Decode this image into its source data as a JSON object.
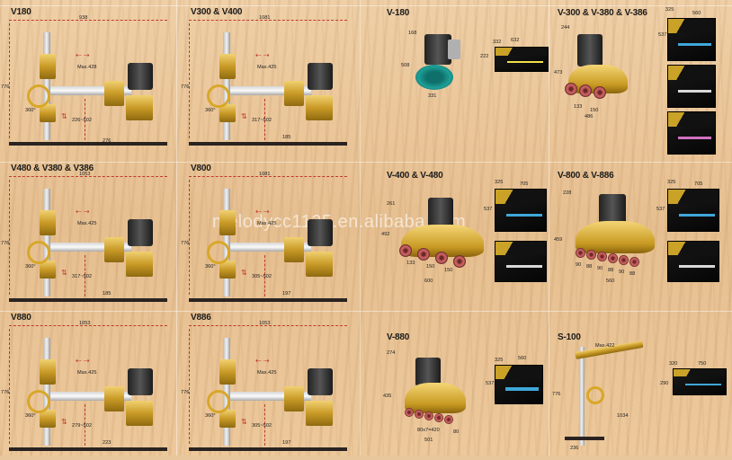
{
  "watermark": "melodycc1125.en.alibaba.com",
  "colors": {
    "accent_red": "#c0392b",
    "gold": "#c99a26",
    "base": "#2a2320"
  },
  "left_panels": [
    {
      "title": "V180",
      "width": "938",
      "height": "776",
      "reach": "Max.428",
      "travel": "226~502",
      "angle": "360°",
      "bottom": "276"
    },
    {
      "title": "V300 & V400",
      "width": "1081",
      "height": "776",
      "reach": "Max.425",
      "travel": "317~502",
      "angle": "360°",
      "bottom": "185"
    },
    {
      "title": "V480 & V380 & V386",
      "width": "1053",
      "height": "776",
      "reach": "Max.425",
      "travel": "317~502",
      "angle": "360°",
      "bottom": "185"
    },
    {
      "title": "V800",
      "width": "1081",
      "height": "776",
      "reach": "Max.425",
      "travel": "305~502",
      "angle": "360°",
      "bottom": "197"
    },
    {
      "title": "V880",
      "width": "1053",
      "height": "776",
      "reach": "Max.425",
      "travel": "279~502",
      "angle": "360°",
      "bottom": "223"
    },
    {
      "title": "V886",
      "width": "1053",
      "height": "776",
      "reach": "Max.425",
      "travel": "305~502",
      "angle": "360°",
      "bottom": "197"
    }
  ],
  "right_panels": {
    "v180": {
      "title": "V-180",
      "d1": "168",
      "d2": "508",
      "d3": "331",
      "box_w": "632",
      "box_d": "332",
      "box_h": "222"
    },
    "v300": {
      "title": "V-300 & V-380 & V-386",
      "d1": "244",
      "d2": "473",
      "d3": "133",
      "d4": "150",
      "d5": "486",
      "box_w": "560",
      "box_d": "325",
      "box_h": "537"
    },
    "v400": {
      "title": "V-400 & V-480",
      "d1": "261",
      "d2": "492",
      "d3": "133",
      "d4": "150",
      "d5": "150",
      "d6": "600",
      "box_w": "705",
      "box_d": "325",
      "box_h": "537"
    },
    "v800": {
      "title": "V-800 & V-886",
      "d1": "228",
      "d2": "459",
      "d3": "90",
      "d4": "88",
      "d5": "90",
      "d6": "88",
      "d7": "90",
      "d8": "88",
      "d9": "560",
      "box_w": "705",
      "box_d": "325",
      "box_h": "537"
    },
    "v880": {
      "title": "V-880",
      "d1": "274",
      "d2": "435",
      "d3": "80x7=420",
      "d4": "501",
      "d5": "80",
      "box_w": "560",
      "box_d": "325",
      "box_h": "537"
    },
    "s100": {
      "title": "S-100",
      "d1": "Max.422",
      "d2": "776",
      "d3": "1034",
      "d4": "236",
      "box_w": "750",
      "box_d": "320",
      "box_h": "290"
    }
  }
}
